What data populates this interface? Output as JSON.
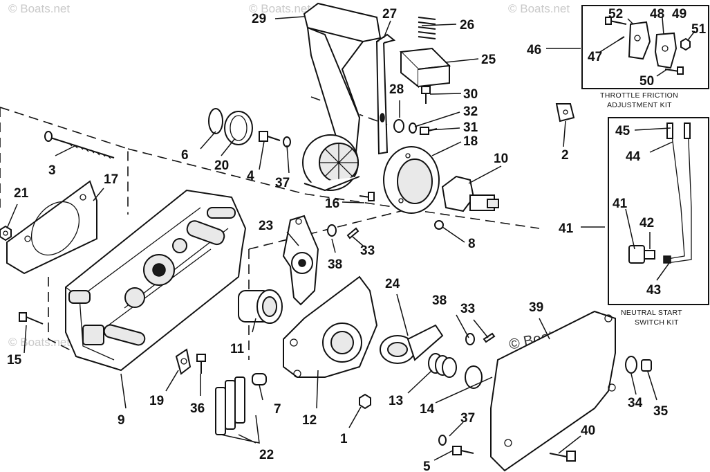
{
  "watermarks": {
    "corner": "© Boats.net",
    "center": "© Boats.net"
  },
  "kits": {
    "throttle_friction": [
      "THROTTLE FRICTION",
      "ADJUSTMENT KIT"
    ],
    "neutral_start": [
      "NEUTRAL START",
      "SWITCH KIT"
    ]
  },
  "callouts": {
    "c1": "1",
    "c2": "2",
    "c3": "3",
    "c4": "4",
    "c5": "5",
    "c6": "6",
    "c7": "7",
    "c8": "8",
    "c9": "9",
    "c10": "10",
    "c11": "11",
    "c12": "12",
    "c13": "13",
    "c14": "14",
    "c15": "15",
    "c16": "16",
    "c17": "17",
    "c18": "18",
    "c19": "19",
    "c20": "20",
    "c21": "21",
    "c22": "22",
    "c23": "23",
    "c24": "24",
    "c25": "25",
    "c26": "26",
    "c27": "27",
    "c28": "28",
    "c29": "29",
    "c30": "30",
    "c31": "31",
    "c32": "32",
    "c33": "33",
    "c34": "34",
    "c35": "35",
    "c36": "36",
    "c37": "37",
    "c38": "38",
    "c39": "39",
    "c40": "40",
    "c41": "41",
    "c42": "42",
    "c43": "43",
    "c44": "44",
    "c45": "45",
    "c46": "46",
    "c47": "47",
    "c48": "48",
    "c49": "49",
    "c50": "50",
    "c51": "51",
    "c52": "52"
  }
}
